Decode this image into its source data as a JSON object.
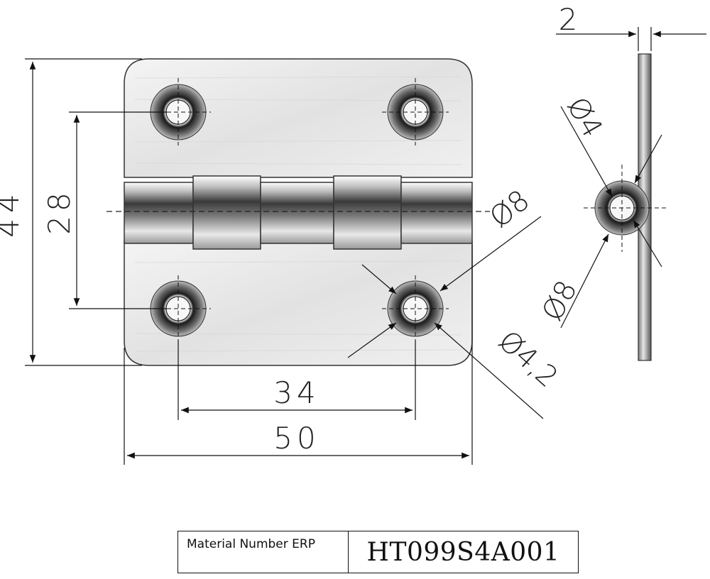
{
  "dimensions": {
    "height_total": "44",
    "hole_vertical_spacing": "28",
    "hole_horizontal_spacing": "34",
    "width_total": "50",
    "thickness": "2",
    "pin_diameter": "Ø8",
    "hole_diameter": "Ø4,2",
    "side_inner_diameter": "Ø4",
    "side_outer_diameter": "Ø8"
  },
  "info_table": {
    "label": "Material Number ERP",
    "value": "HT099S4A001"
  }
}
